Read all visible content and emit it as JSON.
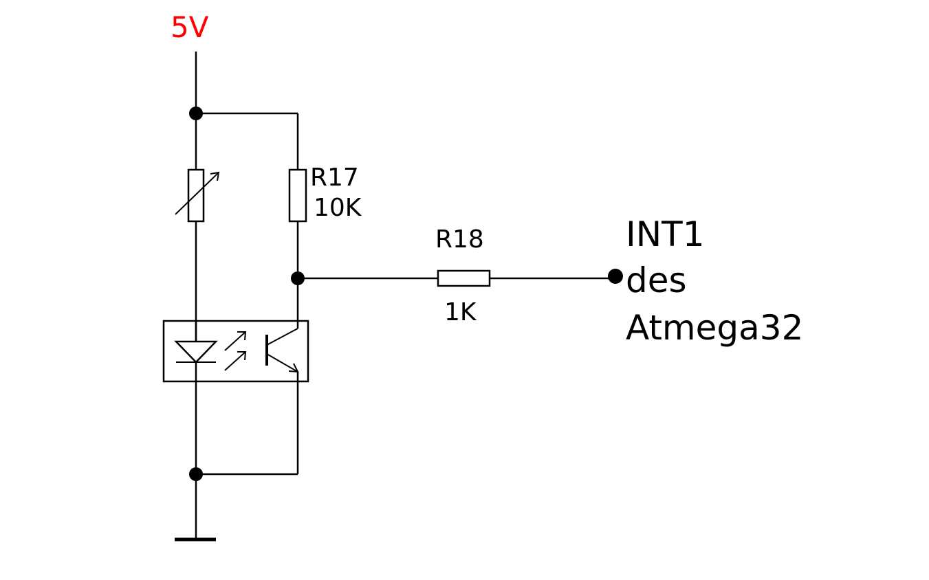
{
  "supply": {
    "label": "5V",
    "color": "#ff0000"
  },
  "r17": {
    "name": "R17",
    "value": "10K"
  },
  "r18": {
    "name": "R18",
    "value": "1K"
  },
  "output": {
    "line1": "INT1",
    "line2": "des",
    "line3": "Atmega32"
  }
}
